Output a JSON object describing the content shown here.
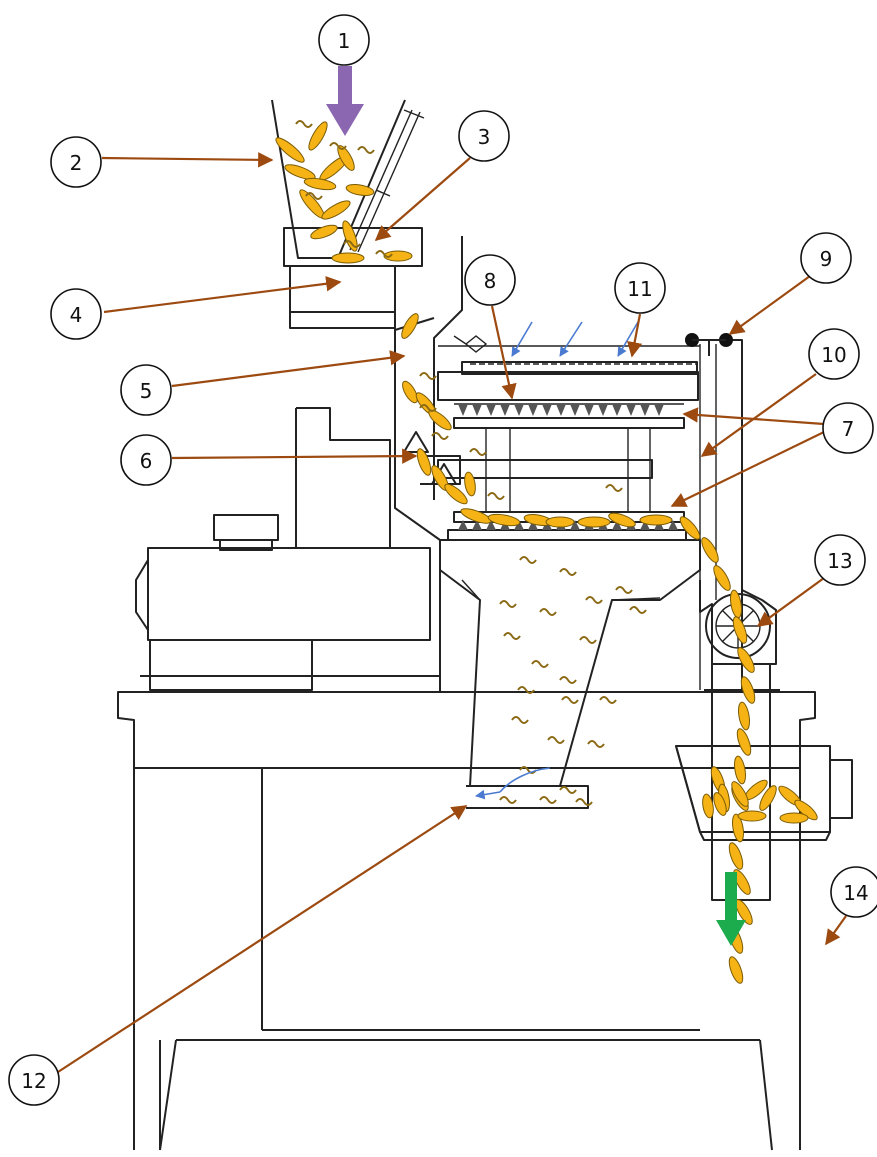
{
  "colors": {
    "leader": "#9c4a10",
    "grain_fill": "#f5b316",
    "grain_stroke": "#7a5b05",
    "husk": "#8a6a14",
    "air_arrow": "#4a7bd0",
    "input_arrow": "#8a67b0",
    "output_arrow": "#1cab4d",
    "outline": "#222222"
  },
  "callouts": [
    "1",
    "2",
    "3",
    "4",
    "5",
    "6",
    "7",
    "8",
    "9",
    "10",
    "11",
    "12",
    "13",
    "14"
  ],
  "arrows": [
    {
      "name": "input-arrow",
      "role": "feed",
      "color": "#8a67b0"
    },
    {
      "name": "output-arrow",
      "role": "discharge",
      "color": "#1cab4d"
    },
    {
      "name": "air-arrow",
      "role": "airflow",
      "color": "#4a7bd0"
    }
  ]
}
